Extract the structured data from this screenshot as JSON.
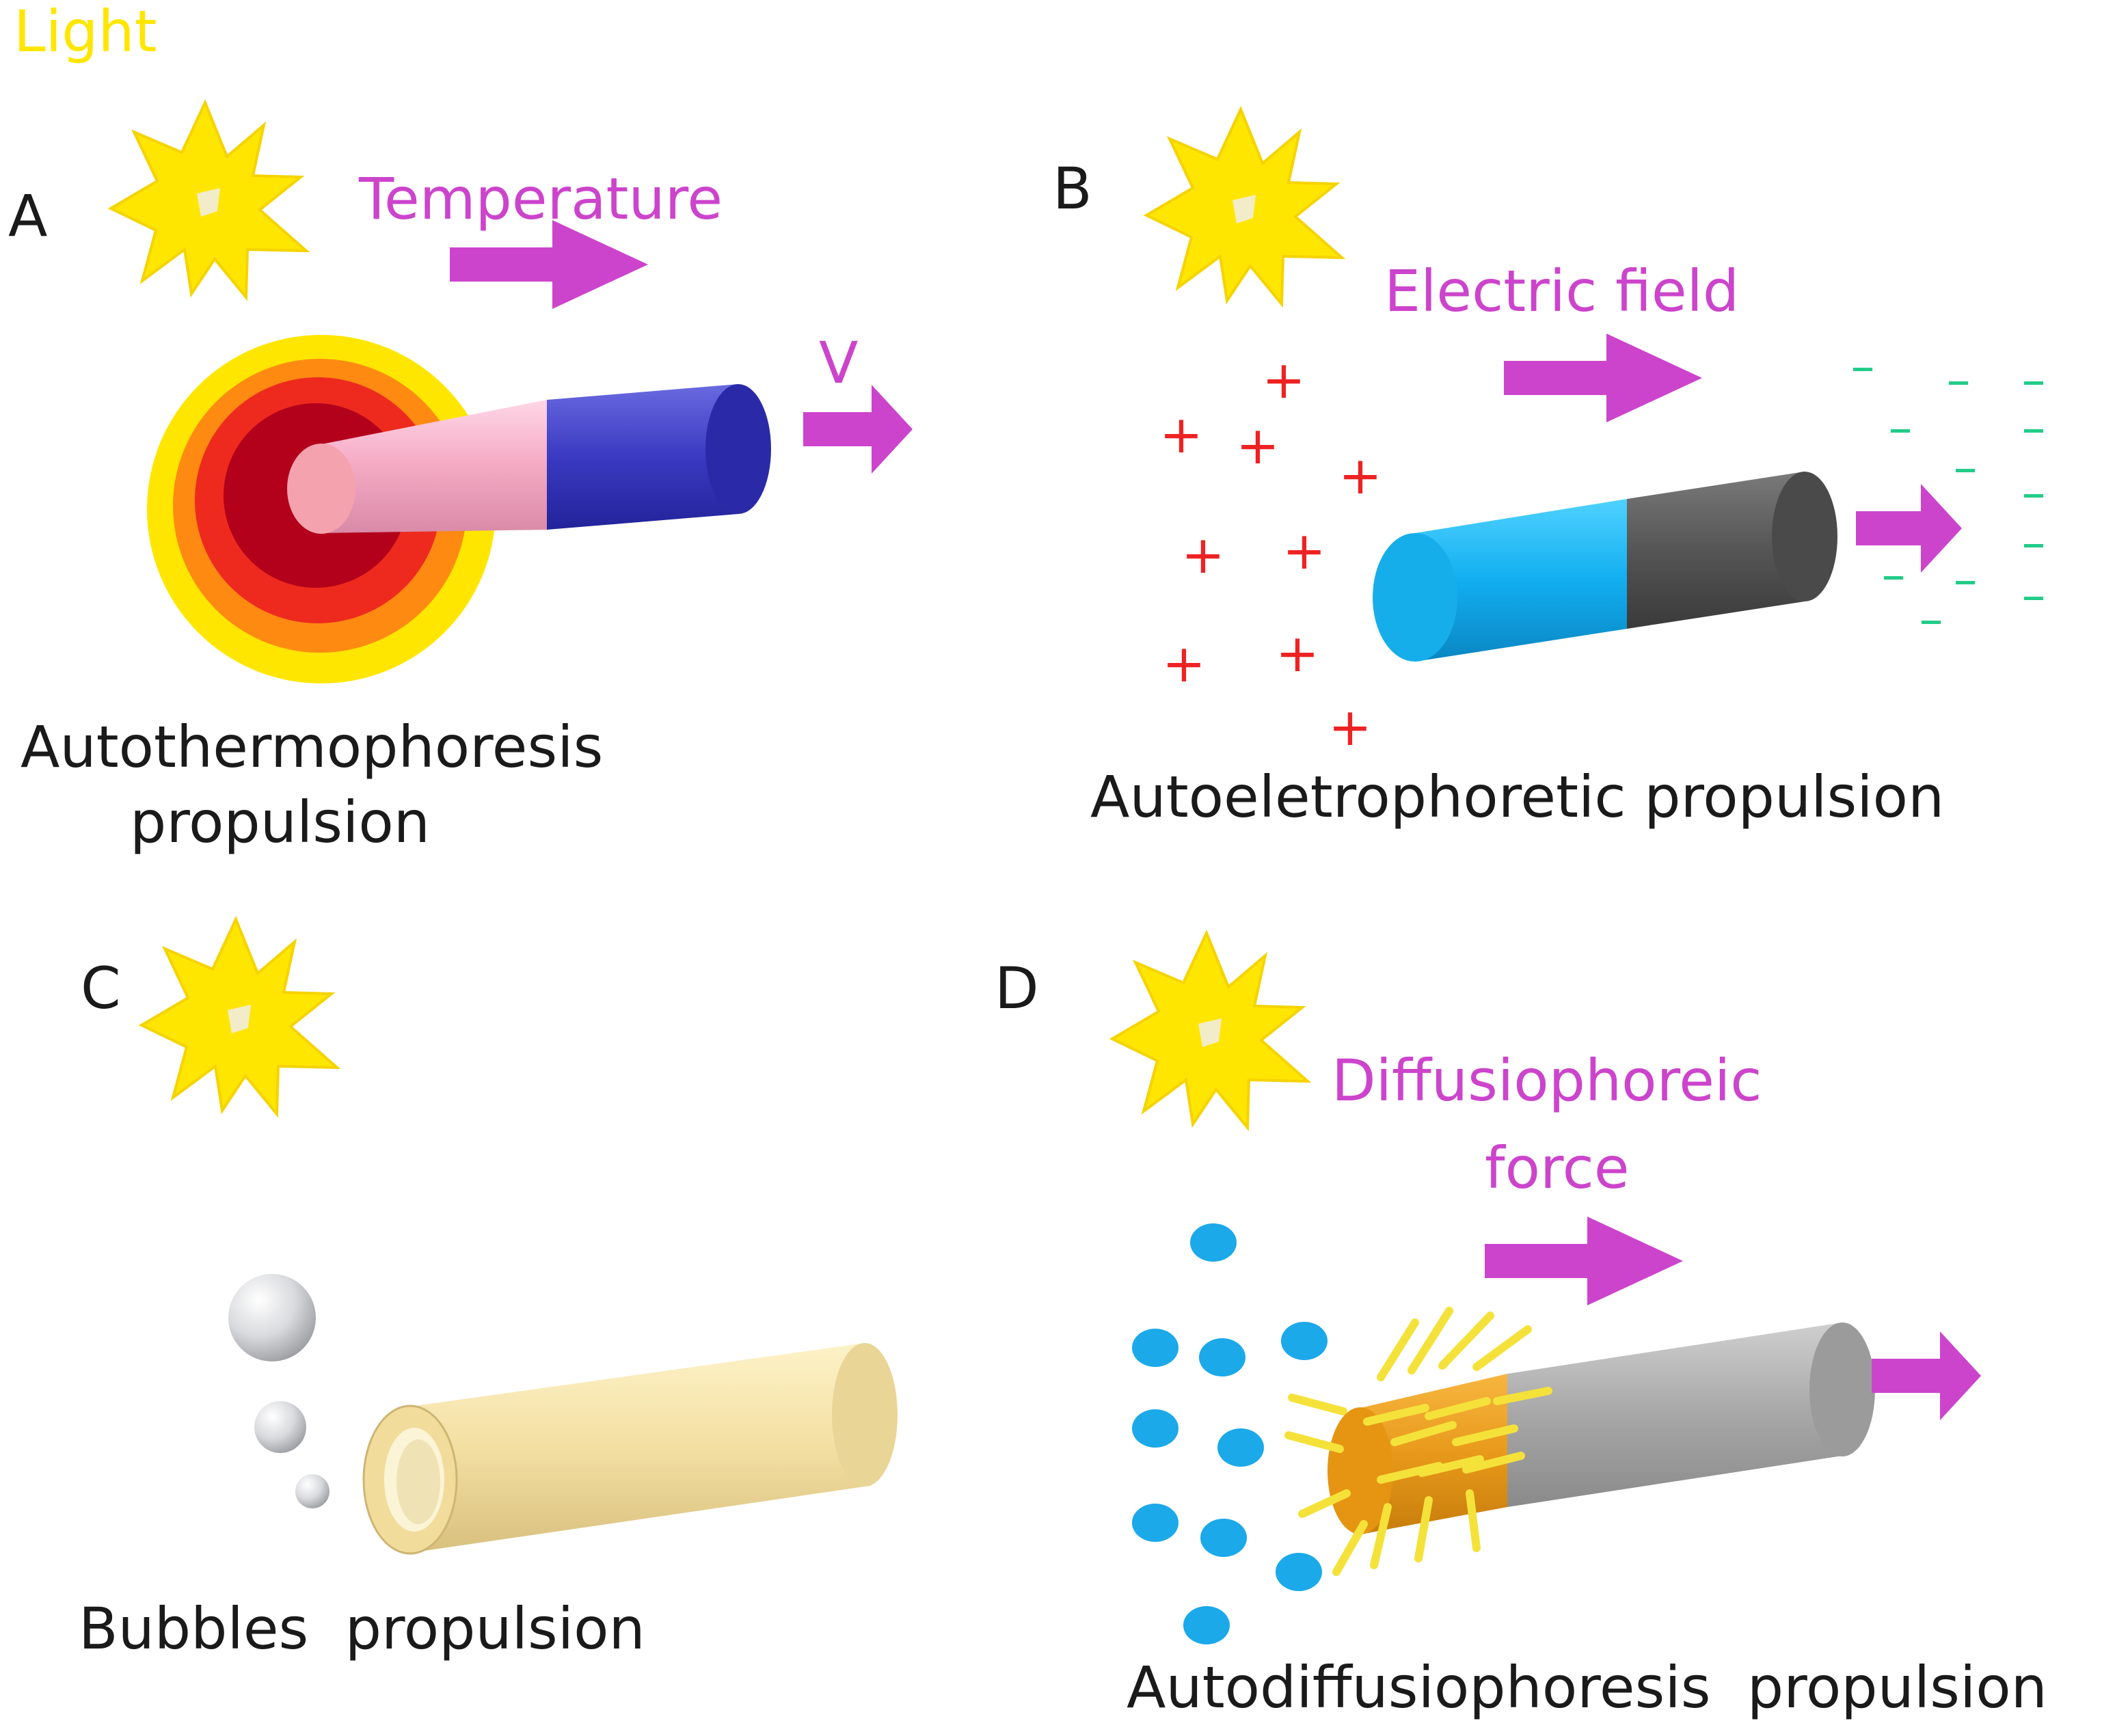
{
  "light_label": "Light",
  "panels": {
    "A": {
      "letter": "A",
      "field_label": "Temperature",
      "velocity_label": "V",
      "caption_line1": "Autothermophoresis",
      "caption_line2": "propulsion"
    },
    "B": {
      "letter": "B",
      "field_label": "Electric field",
      "caption": "Autoeletrophoretic propulsion",
      "positive_symbol": "+",
      "negative_symbol": "–"
    },
    "C": {
      "letter": "C",
      "caption": "Bubbles  propulsion"
    },
    "D": {
      "letter": "D",
      "field_label_line1": "Diffusiophoreic",
      "field_label_line2": "force",
      "caption": "Autodiffusiophoresis  propulsion"
    }
  },
  "colors": {
    "light": "#ffe600",
    "arrow": "#cc44cc",
    "text": "#1a1a1a",
    "plus": "#ee2222",
    "minus": "#22cc88",
    "particle": "#1ba9ea"
  },
  "icons": {
    "light_source": "star-burst-icon",
    "direction": "arrow-right-icon"
  }
}
